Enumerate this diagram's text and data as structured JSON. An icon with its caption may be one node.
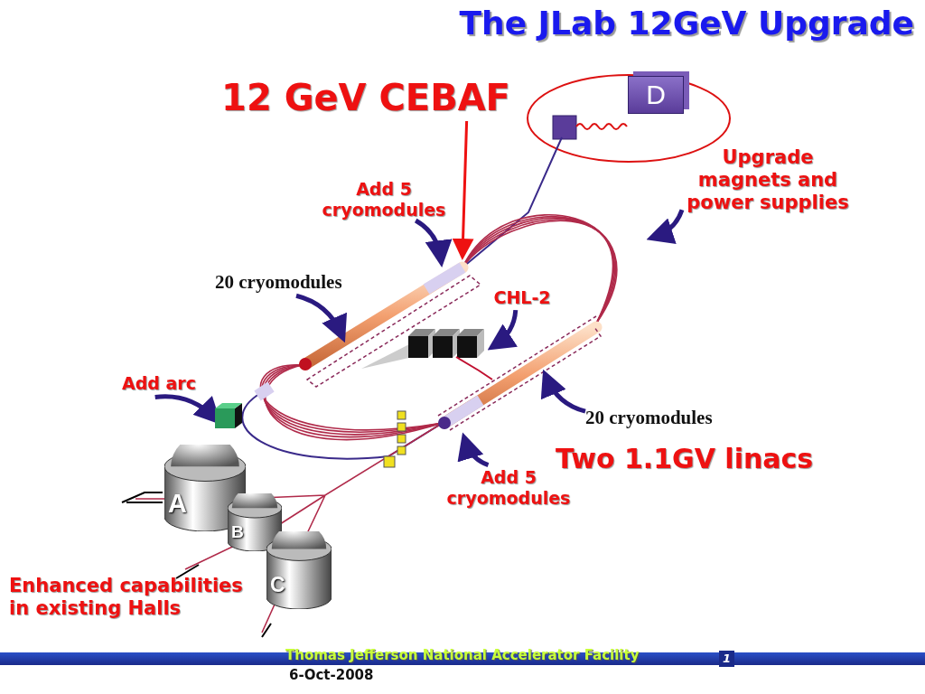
{
  "diagram": {
    "title": "The JLab 12GeV Upgrade",
    "nodes": [
      {
        "text": [
          "12 GeV CEBAF"
        ]
      },
      {
        "text": [
          "D"
        ]
      },
      {
        "text": [
          "Add 5 cryomodules"
        ]
      },
      {
        "text": [
          "Upgrade magnets and power supplies"
        ]
      },
      {
        "text": [
          "20 cryomodules"
        ]
      },
      {
        "text": [
          "CHL-2"
        ]
      },
      {
        "text": [
          "Add arc"
        ]
      },
      {
        "text": [
          "20 cryomodules"
        ]
      },
      {
        "text": [
          "Add 5 cryomodules"
        ]
      },
      {
        "text": [
          "A"
        ]
      },
      {
        "text": [
          "B"
        ]
      },
      {
        "text": [
          "C"
        ]
      },
      {
        "text": [],
        "shape": "box"
      }
    ],
    "edges": [
      {
        "from": 0,
        "to": null,
        "arrow": "to",
        "color": "#ee1111"
      },
      {
        "from": 2,
        "to": null,
        "arrow": "to"
      },
      {
        "from": 3,
        "to": null,
        "arrow": "to"
      },
      {
        "from": 4,
        "to": null,
        "arrow": "to"
      },
      {
        "from": 5,
        "to": null,
        "arrow": "to"
      },
      {
        "from": 6,
        "to": 12,
        "arrow": "to"
      },
      {
        "from": 7,
        "to": null,
        "arrow": "to"
      },
      {
        "from": 8,
        "to": null,
        "arrow": "to"
      }
    ],
    "labels": [
      "Two 1.1GV linacs",
      "Enhanced capabilities in existing Halls",
      "Thomas Jefferson National Accelerator Facility",
      "1",
      "6-Oct-2008"
    ]
  }
}
